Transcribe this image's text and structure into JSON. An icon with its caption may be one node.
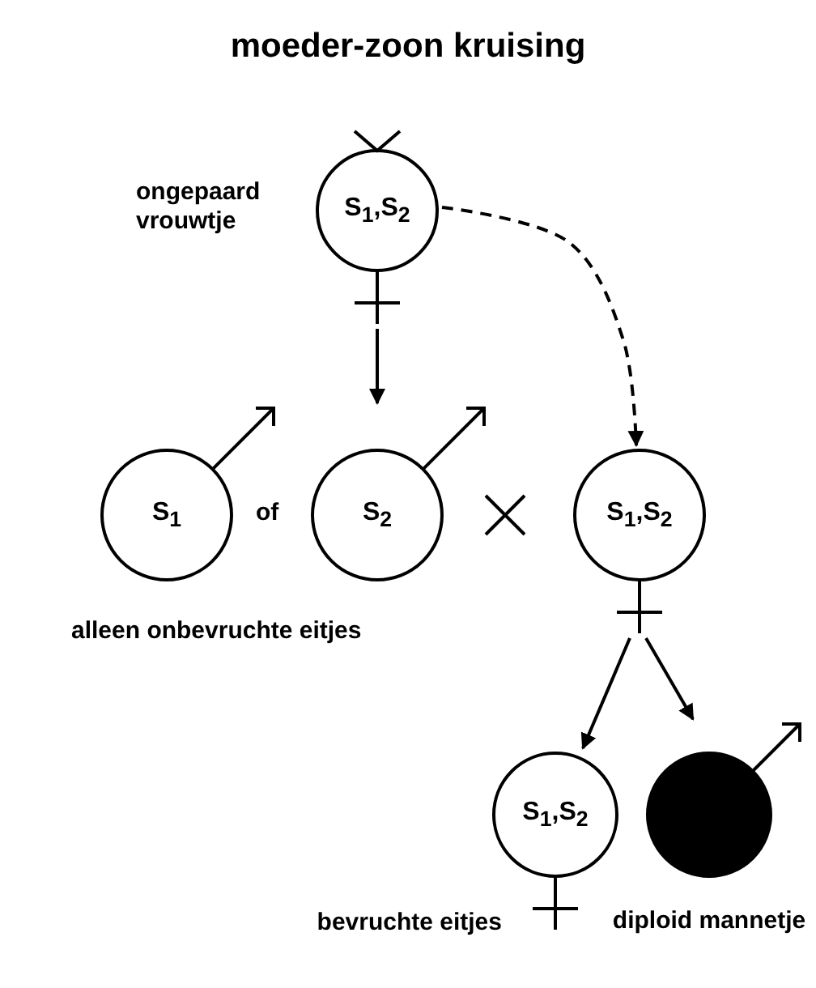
{
  "diagram": {
    "title": "moeder-zoon kruising",
    "nodes": [
      {
        "text": [
          "S$_{1}$,S$_{2}$"
        ],
        "beside": [
          "ongepaard vrouwtje"
        ]
      },
      {
        "text": [
          "S$_{1}$"
        ]
      },
      {
        "text": [
          "S$_{2}$"
        ]
      },
      {
        "text": [
          "S$_{1}$,S$_{2}$"
        ]
      },
      {
        "text": [
          "S$_{1}$,S$_{2}$"
        ],
        "beside": [
          "bevruchte eitjes"
        ]
      },
      {
        "text": [],
        "shape": "circle",
        "beside": [
          "diploid mannetje"
        ]
      }
    ],
    "edges": [
      {
        "from": 0,
        "to": 2,
        "arrow": "to"
      },
      {
        "from": 0,
        "to": 3,
        "arrow": "to",
        "style": "dashed"
      },
      {
        "from": 3,
        "to": 4,
        "arrow": "to"
      },
      {
        "from": 3,
        "to": 5,
        "arrow": "to"
      }
    ],
    "labels": [
      "of",
      "alleen onbevruchte eitjes"
    ]
  }
}
